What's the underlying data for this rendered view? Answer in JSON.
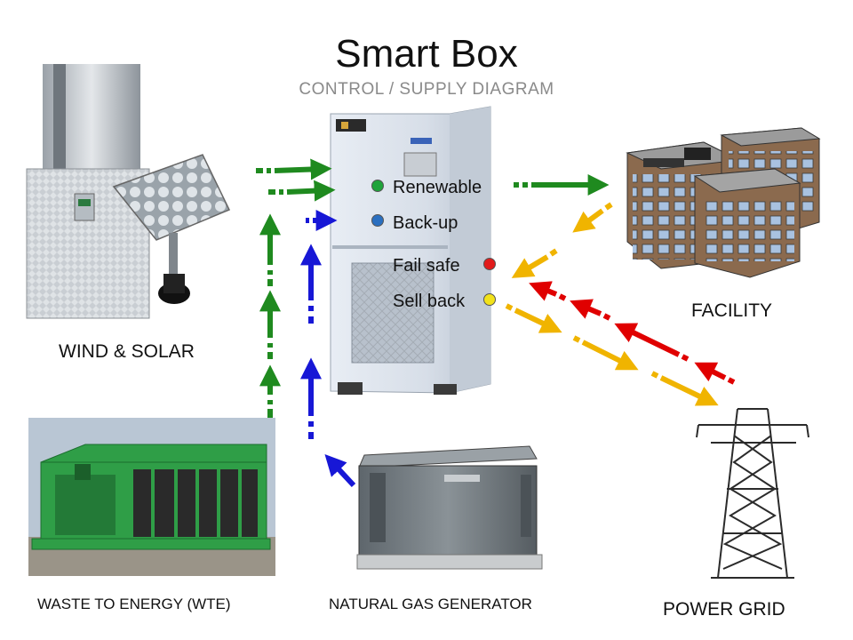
{
  "header": {
    "title": "Smart Box",
    "subtitle": "CONTROL / SUPPLY DIAGRAM"
  },
  "sources": {
    "wind_solar": "WIND & SOLAR",
    "waste_to_energy": "WASTE TO ENERGY (WTE)",
    "natural_gas": "NATURAL GAS GENERATOR"
  },
  "destinations": {
    "facility": "FACILITY",
    "power_grid": "POWER GRID"
  },
  "status": [
    {
      "label": "Renewable",
      "color": "#1fa33a"
    },
    {
      "label": "Back-up",
      "color": "#2a6fc0"
    },
    {
      "label": "Fail safe",
      "color": "#e11b1b"
    },
    {
      "label": "Sell back",
      "color": "#f2e21a"
    }
  ],
  "flow_colors": {
    "renewable": "#1f8a1f",
    "backup": "#1717d6",
    "sell": "#f0b400",
    "failsafe": "#e00000"
  }
}
